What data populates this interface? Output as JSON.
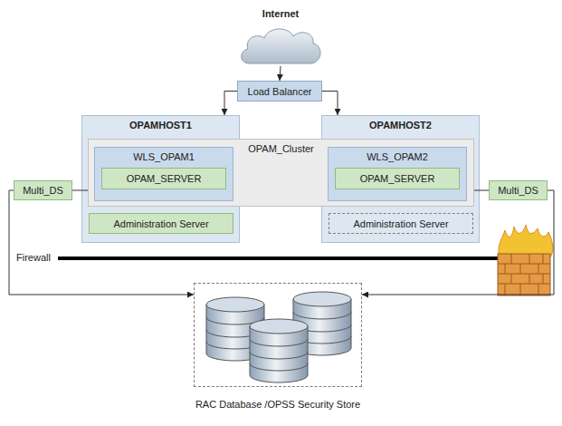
{
  "diagram": {
    "nodes": [
      {
        "text": [
          "Internet"
        ]
      },
      {
        "text": [
          "Load Balancer"
        ]
      },
      {
        "text": [
          "OPAMHOST1"
        ]
      },
      {
        "text": [
          "OPAMHOST2"
        ]
      },
      {
        "text": [
          "OPAM_Cluster"
        ]
      },
      {
        "text": [
          "WLS_OPAM1"
        ],
        "in": 4
      },
      {
        "text": [
          "OPAM_SERVER"
        ],
        "in": 5
      },
      {
        "text": [
          "WLS_OPAM2"
        ],
        "in": 4
      },
      {
        "text": [
          "OPAM_SERVER"
        ],
        "in": 7
      },
      {
        "text": [
          "Multi_DS"
        ]
      },
      {
        "text": [
          "Administration Server"
        ],
        "in": 2
      },
      {
        "text": [
          "Multi_DS"
        ]
      },
      {
        "text": [
          "Administration Server"
        ],
        "in": 3
      },
      {
        "text": [
          "RAC Database /OPSS Security Store"
        ]
      }
    ],
    "edges": [
      {
        "from": 0,
        "to": 1,
        "arrow": "to"
      },
      {
        "from": 1,
        "to": 2,
        "arrow": "to"
      },
      {
        "from": 1,
        "to": 3,
        "arrow": "to"
      },
      {
        "from": 9,
        "to": 4,
        "arrow": "none"
      },
      {
        "from": 4,
        "to": 11,
        "arrow": "none"
      },
      {
        "from": 9,
        "to": 13,
        "arrow": "to"
      },
      {
        "from": 11,
        "to": 13,
        "arrow": "to"
      }
    ],
    "labels": [
      "Firewall"
    ]
  }
}
